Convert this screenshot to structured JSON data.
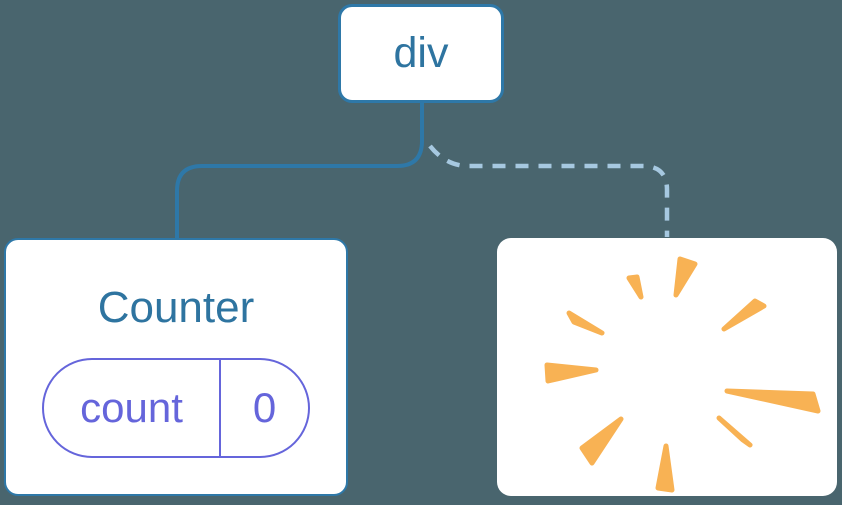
{
  "diagram": {
    "root": {
      "label": "div"
    },
    "counter": {
      "title": "Counter",
      "state_key": "count",
      "state_value": "0"
    },
    "removed": {
      "icon": "poof-icon"
    }
  },
  "links": {
    "root_to_counter": "solid",
    "root_to_removed": "dashed"
  },
  "colors": {
    "background": "#49656E",
    "node_fill": "#FFFFFF",
    "blue_border": "#2E78A8",
    "blue_text": "#2E74A0",
    "state_indigo": "#6565DB",
    "dashed_link_blue": "#A6C8E0",
    "poof_orange": "#F8B254"
  }
}
